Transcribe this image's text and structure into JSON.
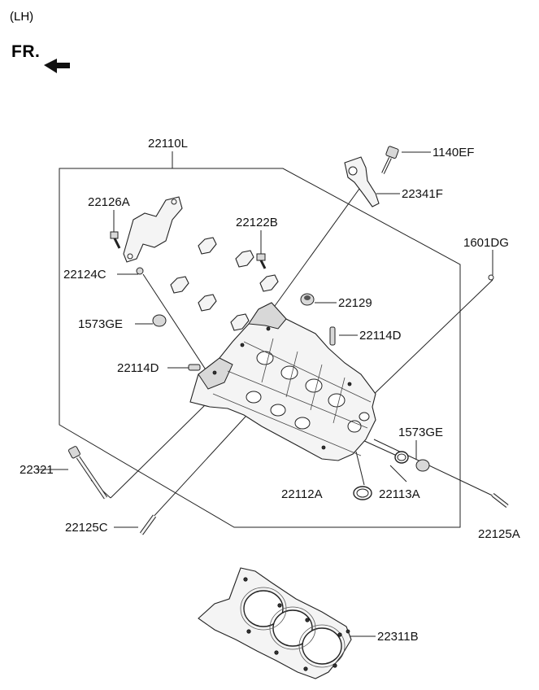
{
  "header": {
    "side_label": "(LH)",
    "front_label": "FR."
  },
  "callouts": {
    "c22110L": "22110L",
    "c1140EF": "1140EF",
    "c22341F": "22341F",
    "c22126A": "22126A",
    "c22122B": "22122B",
    "c1601DG": "1601DG",
    "c22124C": "22124C",
    "c22129": "22129",
    "c1573GE_left": "1573GE",
    "c22114D_right": "22114D",
    "c22114D_left": "22114D",
    "c1573GE_right": "1573GE",
    "c22321": "22321",
    "c22112A": "22112A",
    "c22113A": "22113A",
    "c22125C": "22125C",
    "c22125A": "22125A",
    "c22311B": "22311B"
  },
  "colors": {
    "line": "#222222",
    "part_fill": "#f4f4f4",
    "part_shade": "#d8d8d8"
  }
}
